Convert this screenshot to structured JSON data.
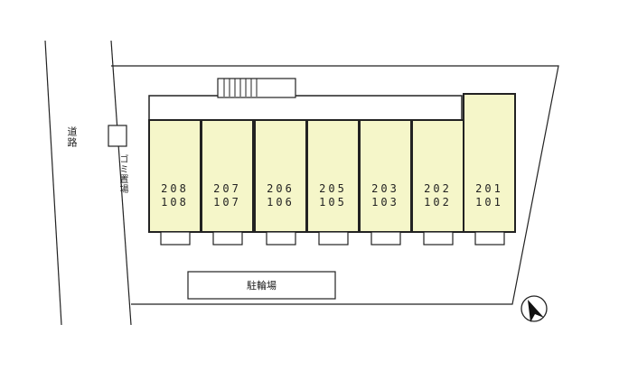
{
  "road_label": "道路",
  "garbage_label": "ゴミ置場",
  "bicycle_parking_label": "駐輪場",
  "units": [
    {
      "upper": "208",
      "lower": "108"
    },
    {
      "upper": "207",
      "lower": "107"
    },
    {
      "upper": "206",
      "lower": "106"
    },
    {
      "upper": "205",
      "lower": "105"
    },
    {
      "upper": "203",
      "lower": "103"
    },
    {
      "upper": "202",
      "lower": "102"
    },
    {
      "upper": "201",
      "lower": "101"
    }
  ],
  "colors": {
    "unit_fill": "#f5f6c9",
    "line": "#222222",
    "background": "#ffffff"
  },
  "icons": {
    "north_arrow": "north-arrow-icon"
  }
}
